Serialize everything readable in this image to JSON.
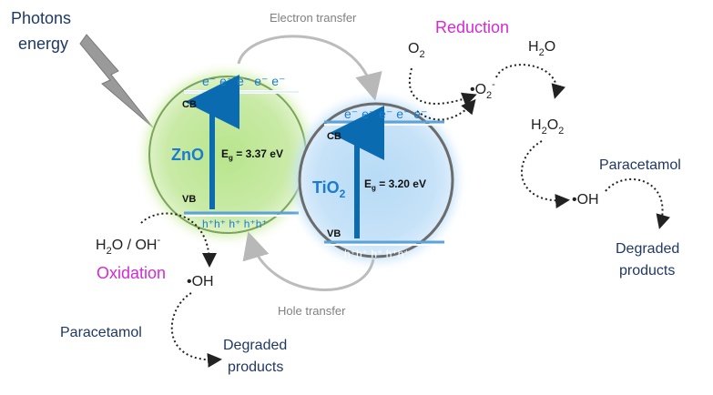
{
  "colors": {
    "navy_text": "#1f3864",
    "magenta_text": "#d42ad4",
    "zno_fill": "#c9eaa6",
    "tio2_fill": "#c6e2f8",
    "band_line": "#5ba3d8",
    "arrow_blue": "#0b6bb0",
    "transfer_arrow": "#b8b8b8"
  },
  "labels": {
    "photons_energy_1": "Photons",
    "photons_energy_2": "energy",
    "electron_transfer": "Electron transfer",
    "hole_transfer": "Hole transfer",
    "reduction": "Reduction",
    "oxidation": "Oxidation",
    "o2": "O",
    "o2_sub": "2",
    "superoxide": "•O",
    "superoxide_sub": "2",
    "superoxide_sup": "-",
    "h2o": "H",
    "h2o_sub": "2",
    "h2o_tail": "O",
    "h2o2_a": "H",
    "h2o2_sub1": "2",
    "h2o2_b": "O",
    "h2o2_sub2": "2",
    "oh_right": "•OH",
    "paracetamol_right": "Paracetamol",
    "degraded_right_1": "Degraded",
    "degraded_right_2": "products",
    "h2o_oh_a": "H",
    "h2o_oh_sub": "2",
    "h2o_oh_b": "O / OH",
    "h2o_oh_sup": "-",
    "oh_left": "•OH",
    "paracetamol_left": "Paracetamol",
    "degraded_left_1": "Degraded",
    "degraded_left_2": "products"
  },
  "zno": {
    "name": "ZnO",
    "cb": "CB",
    "vb": "VB",
    "electrons": "e⁻ e⁻ e⁻ e⁻ e⁻",
    "holes": "h⁺h⁺ h⁺ h⁺h⁺",
    "eg_label": "E",
    "eg_sub": "g",
    "eg_value": " = 3.37 eV"
  },
  "tio2": {
    "name": "TiO",
    "name_sub": "2",
    "cb": "CB",
    "vb": "VB",
    "electrons": "e⁻ e⁻ e⁻ e⁻ e⁻",
    "holes": "h⁺h⁺ h⁺ h⁺h⁺",
    "eg_label": "E",
    "eg_sub": "g",
    "eg_value": " = 3.20 eV"
  }
}
